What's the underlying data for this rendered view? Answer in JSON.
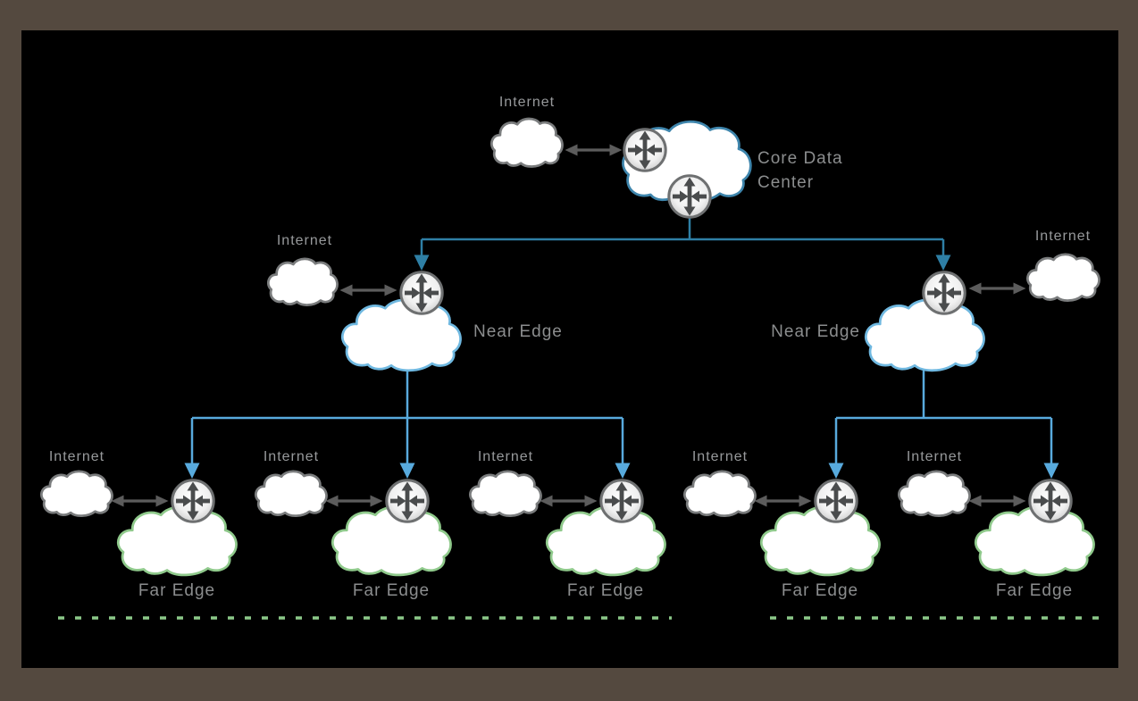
{
  "diagram_type": "network-topology",
  "frame": {
    "outer_color": "#54493F",
    "canvas_color": "#000000"
  },
  "colors": {
    "core_cloud_outline": "#3E85AC",
    "near_edge_cloud_outline": "#6FB8E0",
    "far_edge_cloud_outline": "#8FC98B",
    "internet_cloud_outline": "#7a7c7d",
    "trunk_connector": "#2E7FA5",
    "branch_connector": "#58AADD",
    "link_arrow": "#5c5c5c",
    "dashed_boundary": "#8CC989",
    "label_text": "#8b8d8e"
  },
  "core": {
    "internet_label": "Internet",
    "label_line1": "Core Data",
    "label_line2": "Center"
  },
  "near_edges": [
    {
      "side": "left",
      "internet_label": "Internet",
      "label": "Near Edge"
    },
    {
      "side": "right",
      "internet_label": "Internet",
      "label": "Near Edge"
    }
  ],
  "far_edges": [
    {
      "internet_label": "Internet",
      "label": "Far Edge"
    },
    {
      "internet_label": "Internet",
      "label": "Far Edge"
    },
    {
      "internet_label": "Internet",
      "label": "Far Edge"
    },
    {
      "internet_label": "Internet",
      "label": "Far Edge"
    },
    {
      "internet_label": "Internet",
      "label": "Far Edge"
    }
  ]
}
